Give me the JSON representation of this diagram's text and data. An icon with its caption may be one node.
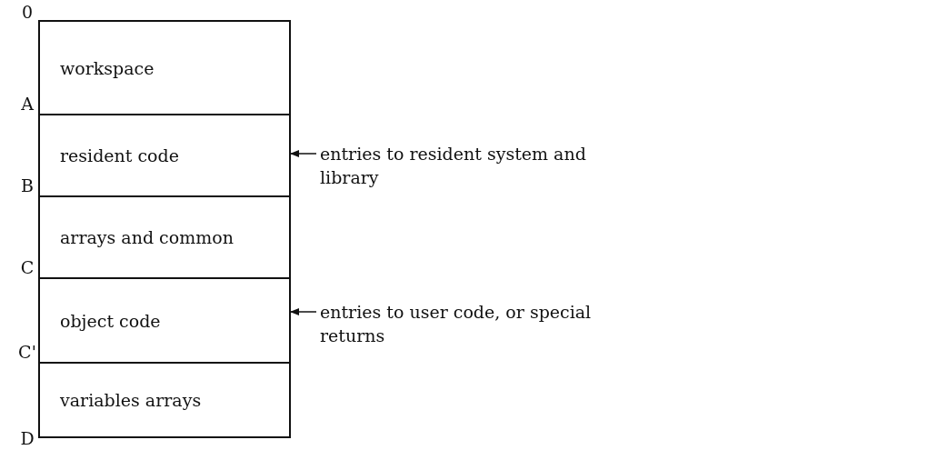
{
  "diagram": {
    "nodes": [
      {
        "text": [
          "workspace"
        ]
      },
      {
        "text": [
          "resident code"
        ]
      },
      {
        "text": [
          "arrays and common"
        ]
      },
      {
        "text": [
          "object code"
        ]
      },
      {
        "text": [
          "variables arrays"
        ]
      },
      {
        "text": [
          "entries to resident system and library"
        ]
      },
      {
        "text": [
          "entries to user code, or special returns"
        ]
      }
    ],
    "edges": [
      {
        "from": 5,
        "to": 1,
        "arrow": "to"
      },
      {
        "from": 6,
        "to": 3,
        "arrow": "to"
      }
    ],
    "labels": [
      "0",
      "A",
      "B",
      "C",
      "C'",
      "D"
    ]
  }
}
